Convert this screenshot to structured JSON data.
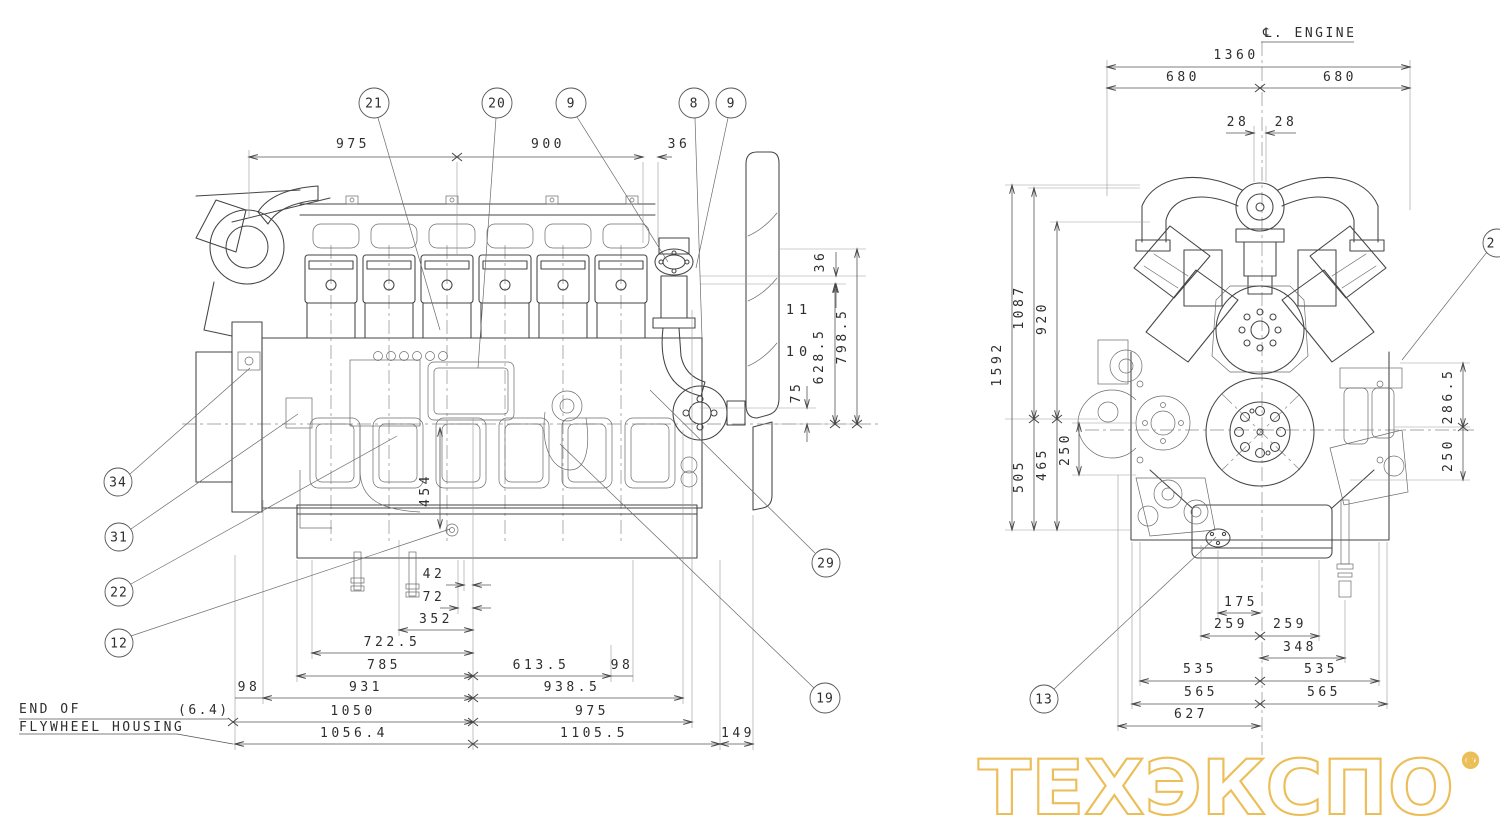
{
  "labels": {
    "centerline_engine": "℄. ENGINE",
    "note_line1": "END OF",
    "note_line2": "FLYWHEEL HOUSING",
    "note_offset": "(6.4)",
    "item_fan_outer": "11",
    "item_fan_inner": "10"
  },
  "balloons": {
    "b21": "21",
    "b20": "20",
    "b9a": "9",
    "b8": "8",
    "b9b": "9",
    "b34": "34",
    "b31": "31",
    "b22": "22",
    "b12": "12",
    "b29": "29",
    "b19": "19",
    "b13": "13",
    "b2": "2"
  },
  "sd": {
    "t975": "975",
    "t900": "900",
    "t36": "36",
    "r36": "36",
    "r628": "628.5",
    "r798": "798.5",
    "r75": "75",
    "v454": "454",
    "b42": "42",
    "b72": "72",
    "b352": "352",
    "b722": "722.5",
    "b785": "785",
    "b931": "931",
    "b98": "98",
    "b1050": "1050",
    "b1056": "1056.4",
    "c613": "613.5",
    "c98": "98",
    "c938": "938.5",
    "c975": "975",
    "c1105": "1105.5",
    "c149": "149"
  },
  "fd": {
    "t1360": "1360",
    "t680l": "680",
    "t680r": "680",
    "t28l": "28",
    "t28r": "28",
    "l1592": "1592",
    "l1087": "1087",
    "l920": "920",
    "l505": "505",
    "l465": "465",
    "l250": "250",
    "r286": "286.5",
    "r250": "250",
    "b175": "175",
    "b259l": "259",
    "b259r": "259",
    "b348": "348",
    "b535l": "535",
    "b535r": "535",
    "b565l": "565",
    "b565r": "565",
    "b627": "627"
  },
  "watermark": {
    "text": "ТЕХЭКСПО",
    "reg": "®",
    "color": "#ecbe58"
  },
  "colors": {
    "line": "#444444",
    "dim": "#555555",
    "watermark": "#ecbe58"
  }
}
